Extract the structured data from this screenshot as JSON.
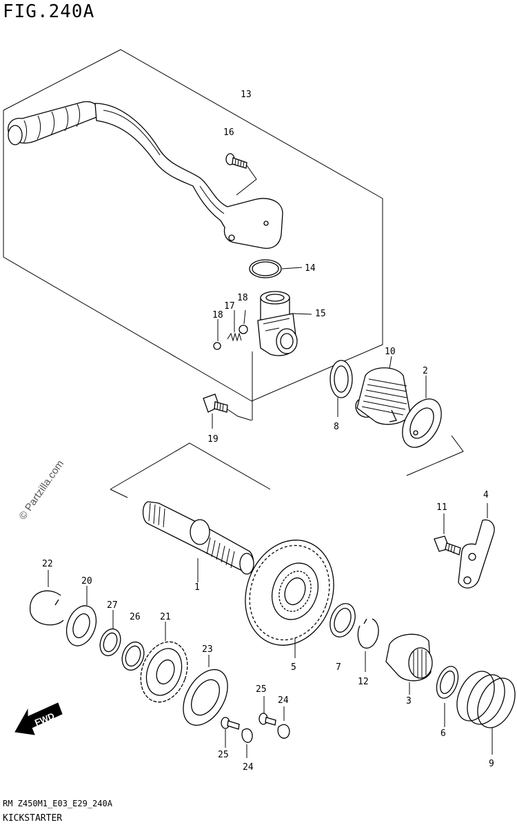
{
  "figure": {
    "title": "FIG.240A"
  },
  "footer": {
    "code": "RM Z450M1_E03_E29_240A",
    "title": "KICKSTARTER"
  },
  "watermark": "© Partzilla.com",
  "fwd_label": "FWD",
  "parts": {
    "p1": "1",
    "p2": "2",
    "p3": "3",
    "p4": "4",
    "p5": "5",
    "p6": "6",
    "p7": "7",
    "p8": "8",
    "p9": "9",
    "p10": "10",
    "p11": "11",
    "p12": "12",
    "p13": "13",
    "p14": "14",
    "p15": "15",
    "p16": "16",
    "p17": "17",
    "p18a": "18",
    "p18b": "18",
    "p19": "19",
    "p20": "20",
    "p21": "21",
    "p22": "22",
    "p23": "23",
    "p24a": "24",
    "p24b": "24",
    "p25a": "25",
    "p25b": "25",
    "p26": "26",
    "p27": "27"
  }
}
